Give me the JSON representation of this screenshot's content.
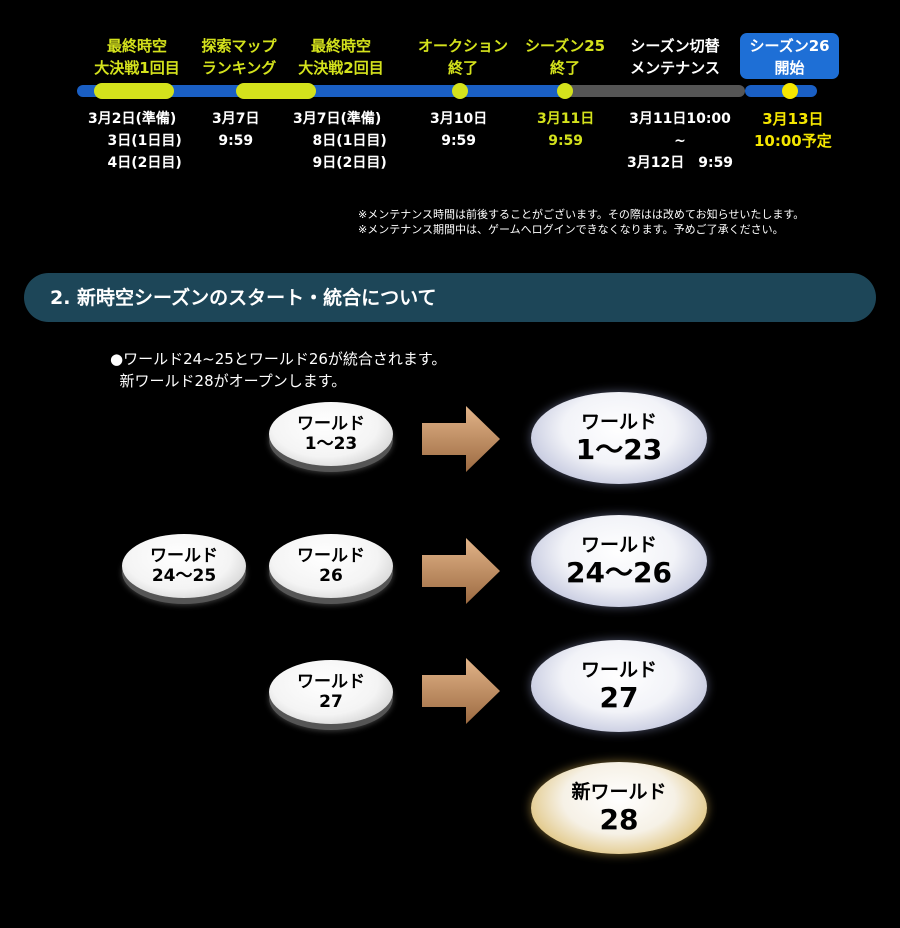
{
  "timeline": {
    "events": [
      {
        "label": "最終時空\n大決戦1回目",
        "date": "3月2日(準備)\n    3日(1日目)\n    4日(2日目)"
      },
      {
        "label": "探索マップ\nランキング",
        "date": "3月7日\n9:59"
      },
      {
        "label": "最終時空\n大決戦2回目",
        "date": "3月7日(準備)\n    8日(1日目)\n    9日(2日目)"
      },
      {
        "label": "オークション\n終了",
        "date": "3月10日\n9:59"
      },
      {
        "label": "シーズン25\n終了",
        "date": "3月11日\n9:59"
      },
      {
        "label": "シーズン切替\nメンテナンス",
        "date": "3月11日10:00\n~\n3月12日　9:59"
      },
      {
        "label": "シーズン26\n開始",
        "date": "3月13日\n10:00予定"
      }
    ],
    "notes": [
      "※メンテナンス時間は前後することがございます。その際はは改めてお知らせいたします。",
      "※メンテナンス期間中は、ゲームへログインできなくなります。予めご了承ください。"
    ],
    "colors": {
      "blue": "#1e6fd6",
      "track_blue": "#1a5fc4",
      "yellow": "#d4e21c",
      "gray": "#555555",
      "gold_text": "#f5e600"
    }
  },
  "section": {
    "title": "2.  新時空シーズンのスタート・統合について",
    "description": "●ワールド24~25とワールド26が統合されます。\n  新ワールド28がオープンします。"
  },
  "merge": {
    "small": [
      {
        "l1": "ワールド",
        "l2": "1〜23"
      },
      {
        "l1": "ワールド",
        "l2": "24〜25"
      },
      {
        "l1": "ワールド",
        "l2": "26"
      },
      {
        "l1": "ワールド",
        "l2": "27"
      }
    ],
    "big": [
      {
        "l1": "ワールド",
        "l2": "1〜23"
      },
      {
        "l1": "ワールド",
        "l2": "24〜26"
      },
      {
        "l1": "ワールド",
        "l2": "27"
      },
      {
        "l1": "新ワールド",
        "l2": "28"
      }
    ]
  }
}
